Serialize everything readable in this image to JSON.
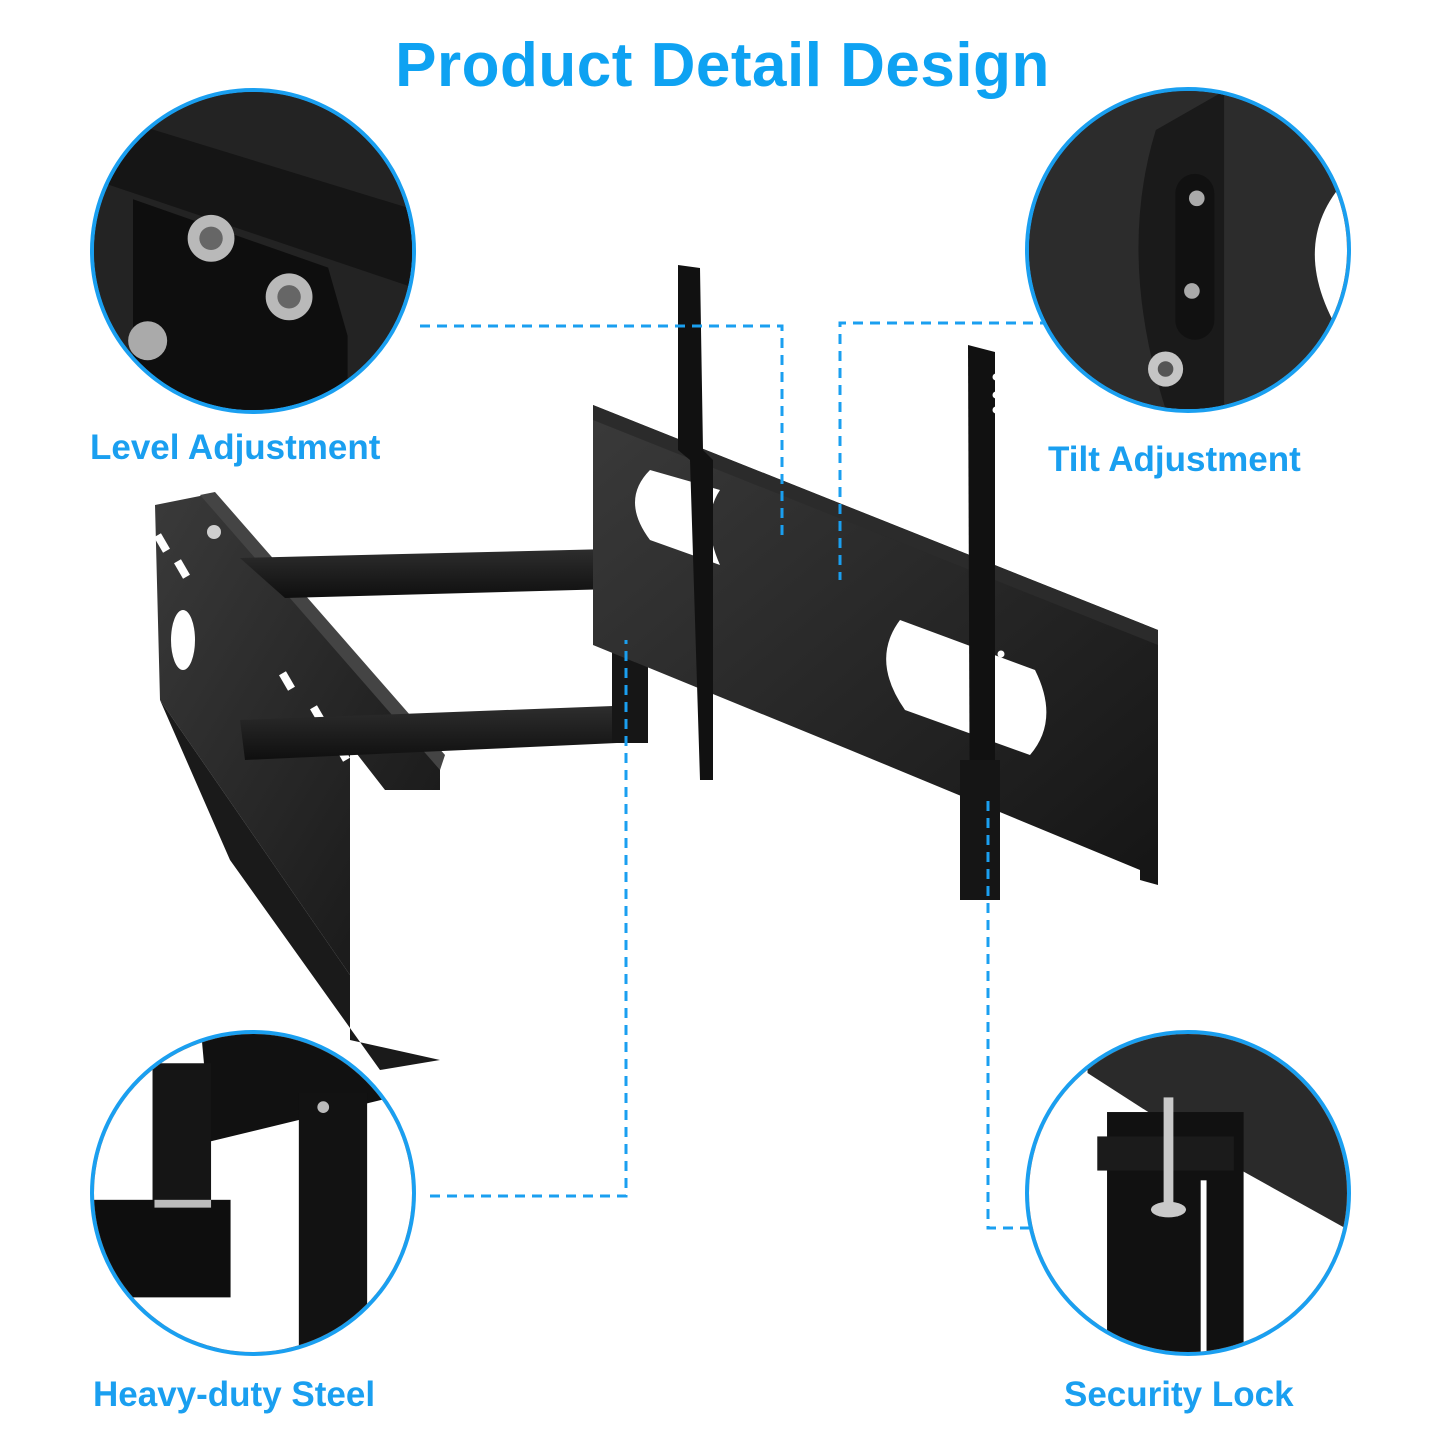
{
  "header": {
    "title": "Product Detail Design"
  },
  "colors": {
    "accent": "#1a9ff0",
    "steel": "#1c1c1c",
    "bolt": "#c8c8c8",
    "background": "#ffffff"
  },
  "callouts": [
    {
      "id": "level",
      "label": "Level Adjustment",
      "position": "top-left",
      "icon": "level-adjustment-closeup"
    },
    {
      "id": "tilt",
      "label": "Tilt Adjustment",
      "position": "top-right",
      "icon": "tilt-adjustment-closeup"
    },
    {
      "id": "steel",
      "label": "Heavy-duty Steel",
      "position": "bottom-left",
      "icon": "heavy-duty-steel-closeup"
    },
    {
      "id": "lock",
      "label": "Security Lock",
      "position": "bottom-right",
      "icon": "security-lock-closeup"
    }
  ],
  "product": {
    "name": "full-motion-tv-wall-mount",
    "depiction": "articulating arm TV wall mount"
  }
}
